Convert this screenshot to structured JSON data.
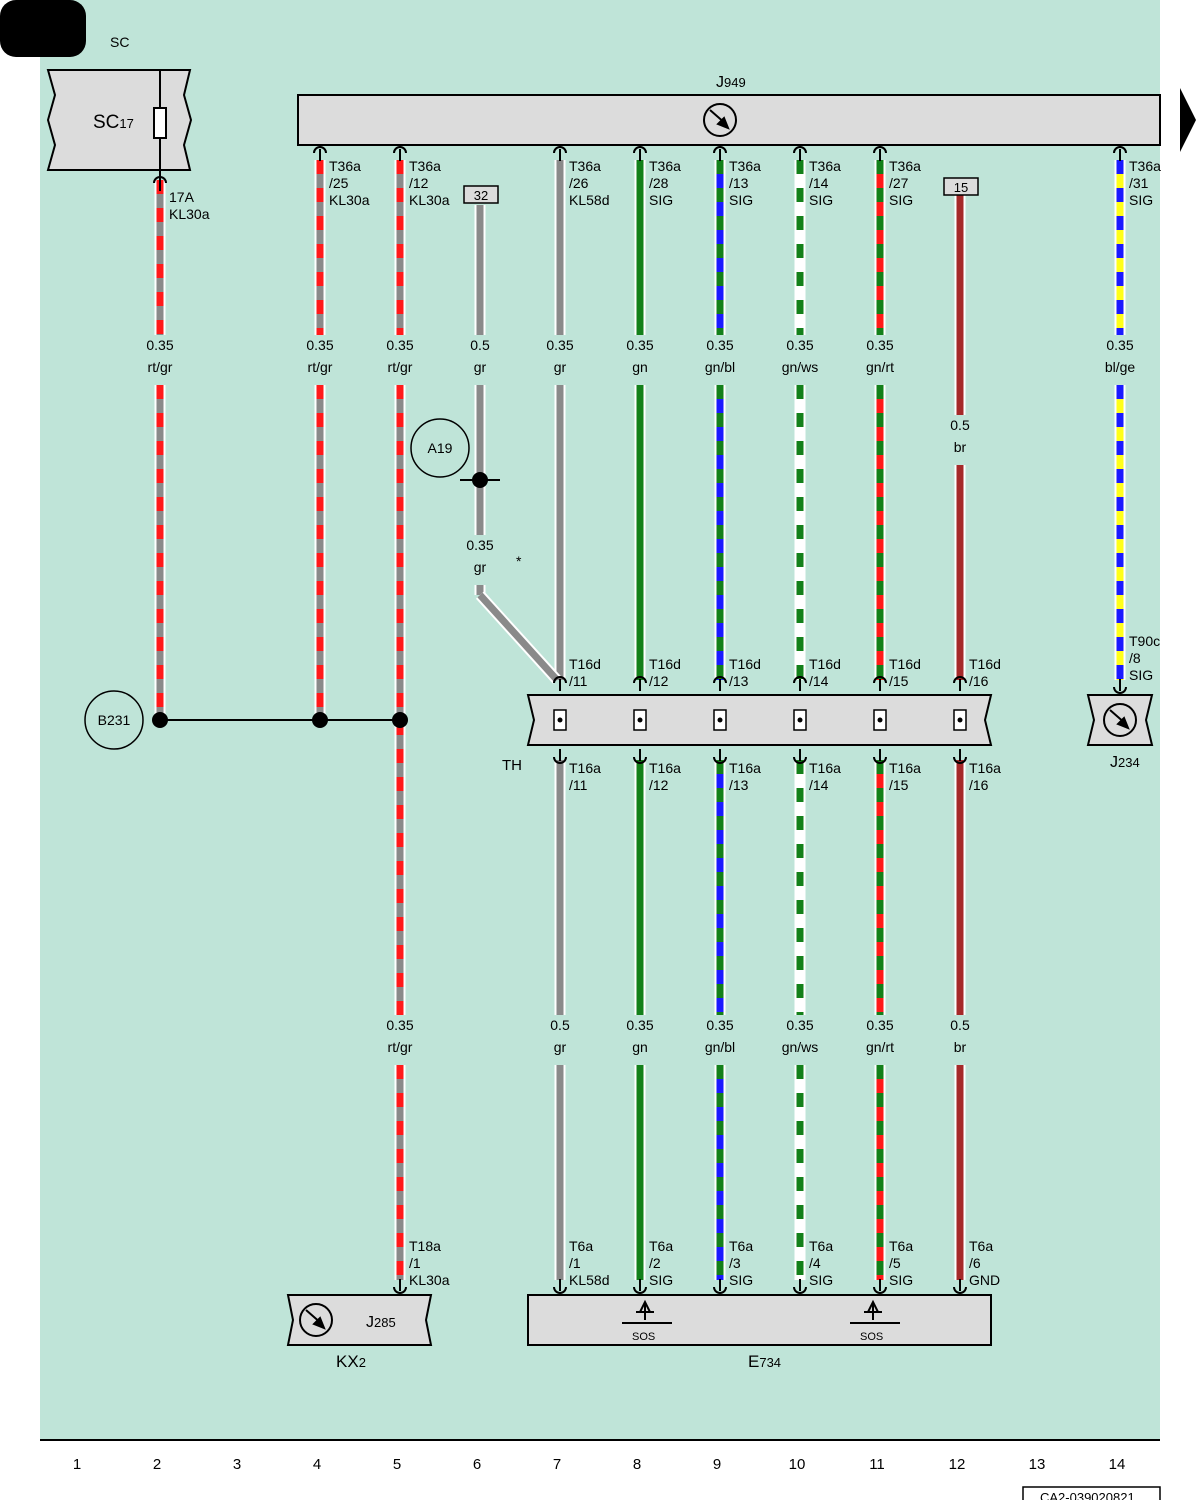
{
  "page": {
    "section_code": "SC",
    "doc_id": "CA2-039020821",
    "columns": [
      "1",
      "2",
      "3",
      "4",
      "5",
      "6",
      "7",
      "8",
      "9",
      "10",
      "11",
      "12",
      "13",
      "14"
    ]
  },
  "colors": {
    "background": "#bfe4d8",
    "box_fill": "#dcdcdc",
    "rt": "#ff1a1a",
    "gr": "#8a8a8a",
    "gn": "#13801a",
    "bl": "#1a1aff",
    "ws": "#ffffff",
    "ge": "#ffff1a",
    "br": "#a52a2a"
  },
  "components": {
    "sc17": {
      "name": "SC",
      "sub": "17"
    },
    "j949": {
      "name": "J",
      "sub": "949"
    },
    "j234": {
      "name": "J",
      "sub": "234"
    },
    "j285": {
      "name": "J",
      "sub": "285"
    },
    "kx2": {
      "name": "KX",
      "sub": "2"
    },
    "e734": {
      "name": "E",
      "sub": "734"
    },
    "th": {
      "name": "TH"
    },
    "sos_labels": [
      "SOS",
      "SOS"
    ]
  },
  "circles": {
    "b231": "B231",
    "a19": "A19"
  },
  "misc": {
    "asterisk": "*"
  },
  "wires": [
    {
      "id": "c2",
      "top_pin": [
        "17A",
        "KL30a"
      ],
      "specs": [
        {
          "size": "0.35",
          "color": "rt/gr"
        }
      ],
      "bottom_pin": []
    },
    {
      "id": "c4",
      "top_pin": [
        "T36a",
        "/25",
        "KL30a"
      ],
      "specs": [
        {
          "size": "0.35",
          "color": "rt/gr"
        }
      ],
      "bottom_pin": []
    },
    {
      "id": "c5",
      "top_pin": [
        "T36a",
        "/12",
        "KL30a"
      ],
      "specs": [
        {
          "size": "0.35",
          "color": "rt/gr"
        },
        {
          "size": "0.35",
          "color": "rt/gr"
        }
      ],
      "bottom_pin": [
        "T18a",
        "/1",
        "KL30a"
      ]
    },
    {
      "id": "c6",
      "top_box": "32",
      "specs": [
        {
          "size": "0.5",
          "color": "gr"
        },
        {
          "size": "0.35",
          "color": "gr"
        }
      ],
      "bottom_pin": []
    },
    {
      "id": "c7",
      "top_pin": [
        "T36a",
        "/26",
        "KL58d"
      ],
      "specs": [
        {
          "size": "0.35",
          "color": "gr"
        },
        {
          "size": "0.5",
          "color": "gr"
        }
      ],
      "th_top": [
        "T16d",
        "/11"
      ],
      "th_bottom": [
        "T16a",
        "/11"
      ],
      "bottom_pin": [
        "T6a",
        "/1",
        "KL58d"
      ]
    },
    {
      "id": "c8",
      "top_pin": [
        "T36a",
        "/28",
        "SIG"
      ],
      "specs": [
        {
          "size": "0.35",
          "color": "gn"
        },
        {
          "size": "0.35",
          "color": "gn"
        }
      ],
      "th_top": [
        "T16d",
        "/12"
      ],
      "th_bottom": [
        "T16a",
        "/12"
      ],
      "bottom_pin": [
        "T6a",
        "/2",
        "SIG"
      ]
    },
    {
      "id": "c9",
      "top_pin": [
        "T36a",
        "/13",
        "SIG"
      ],
      "specs": [
        {
          "size": "0.35",
          "color": "gn/bl"
        },
        {
          "size": "0.35",
          "color": "gn/bl"
        }
      ],
      "th_top": [
        "T16d",
        "/13"
      ],
      "th_bottom": [
        "T16a",
        "/13"
      ],
      "bottom_pin": [
        "T6a",
        "/3",
        "SIG"
      ]
    },
    {
      "id": "c10",
      "top_pin": [
        "T36a",
        "/14",
        "SIG"
      ],
      "specs": [
        {
          "size": "0.35",
          "color": "gn/ws"
        },
        {
          "size": "0.35",
          "color": "gn/ws"
        }
      ],
      "th_top": [
        "T16d",
        "/14"
      ],
      "th_bottom": [
        "T16a",
        "/14"
      ],
      "bottom_pin": [
        "T6a",
        "/4",
        "SIG"
      ]
    },
    {
      "id": "c11",
      "top_pin": [
        "T36a",
        "/27",
        "SIG"
      ],
      "specs": [
        {
          "size": "0.35",
          "color": "gn/rt"
        },
        {
          "size": "0.35",
          "color": "gn/rt"
        }
      ],
      "th_top": [
        "T16d",
        "/15"
      ],
      "th_bottom": [
        "T16a",
        "/15"
      ],
      "bottom_pin": [
        "T6a",
        "/5",
        "SIG"
      ]
    },
    {
      "id": "c12",
      "top_box": "15",
      "specs": [
        {
          "size": "0.5",
          "color": "br"
        },
        {
          "size": "0.5",
          "color": "br"
        }
      ],
      "th_top": [
        "T16d",
        "/16"
      ],
      "th_bottom": [
        "T16a",
        "/16"
      ],
      "bottom_pin": [
        "T6a",
        "/6",
        "GND"
      ]
    },
    {
      "id": "c14",
      "top_pin": [
        "T36a",
        "/31",
        "SIG"
      ],
      "specs": [
        {
          "size": "0.35",
          "color": "bl/ge"
        }
      ],
      "bottom_pin": [
        "T90c",
        "/8",
        "SIG"
      ]
    }
  ]
}
